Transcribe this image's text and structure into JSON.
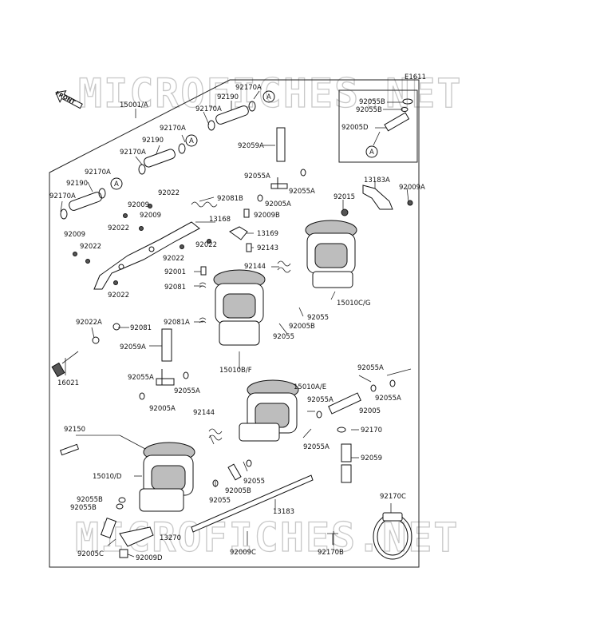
{
  "figure_code": "E1611",
  "front_label": "FRONT",
  "watermark": "MICROFICHES.NET",
  "callout_letter": "A",
  "labels": {
    "l15001A": "15001/A",
    "l92170A_1": "92170A",
    "l92190_1": "92190",
    "l92170A_2": "92170A",
    "l92170A_3": "92170A",
    "l92190_2": "92190",
    "l92170A_4": "92170A",
    "l92170A_5": "92170A",
    "l92190_3": "92190",
    "l92170A_6": "92170A",
    "l92055B_1": "92055B",
    "l92055B_2": "92055B",
    "l92005D": "92005D",
    "l92059A_1": "92059A",
    "l92055A_1": "92055A",
    "l92055A_2": "92055A",
    "l92005A_1": "92005A",
    "l13183A": "13183A",
    "l92009A": "92009A",
    "l92015": "92015",
    "l92009_1": "92009",
    "l92022_1": "92022",
    "l92009_2": "92009",
    "l92081B": "92081B",
    "l13168": "13168",
    "l92009B": "92009B",
    "l92022_2": "92022",
    "l13169": "13169",
    "l92022_3": "92022",
    "l92009_3": "92009",
    "l92022_4": "92022",
    "l92022_5": "92022",
    "l92143": "92143",
    "l92144_1": "92144",
    "l92001": "92001",
    "l92081_1": "92081",
    "l92022_6": "92022",
    "l15010CG": "15010C/G",
    "l92055_1": "92055",
    "l92005B_1": "92005B",
    "l92055_2": "92055",
    "l92022A": "92022A",
    "l92081_2": "92081",
    "l92081A": "92081A",
    "l92059A_2": "92059A",
    "l16021": "16021",
    "l15010BF": "15010B/F",
    "l92055A_3": "92055A",
    "l92055A_4": "92055A",
    "l92005A_2": "92005A",
    "l92055A_5": "92055A",
    "l92055A_6": "92055A",
    "l15010AE": "15010A/E",
    "l92055A_7": "92055A",
    "l92005": "92005",
    "l92055A_8": "92055A",
    "l92170": "92170",
    "l92059": "92059",
    "l92144_2": "92144",
    "l92150": "92150",
    "l15010D": "15010/D",
    "l92005B_2": "92005B",
    "l92055_3": "92055",
    "l92055_4": "92055",
    "l13183": "13183",
    "l92055B_3": "92055B",
    "l92055B_4": "92055B",
    "l13270": "13270",
    "l92005C": "92005C",
    "l92009D": "92009D",
    "l92009C": "92009C",
    "l92170B": "92170B",
    "l92170C": "92170C"
  },
  "colors": {
    "ink": "#111111",
    "watermark": "#c8c8c8",
    "shade": "#bdbdbd"
  }
}
